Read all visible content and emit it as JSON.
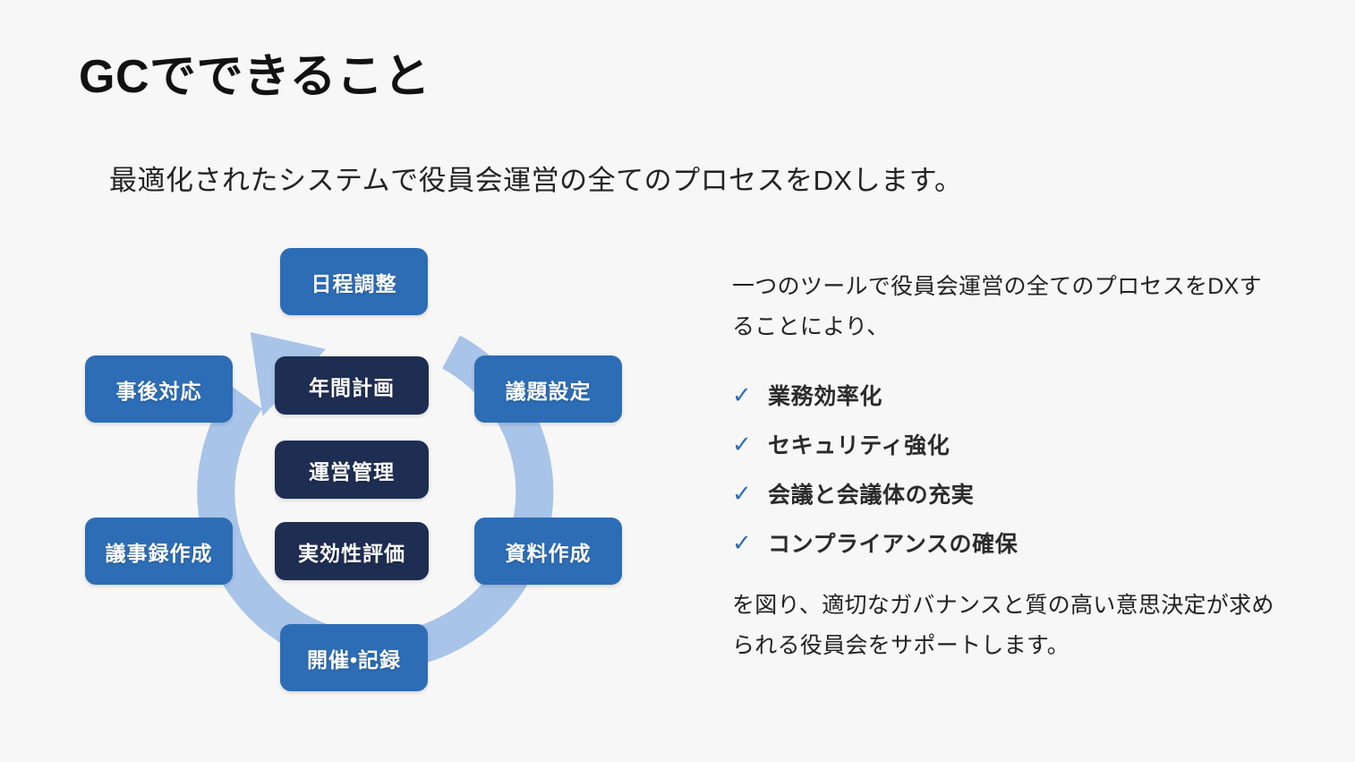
{
  "header": {
    "title": "GCでできること",
    "subtitle": "最適化されたシステムで役員会運営の全てのプロセスをDXします。"
  },
  "colors": {
    "background": "#f7f7f7",
    "outer_box": "#2d6db5",
    "inner_box": "#1e2d52",
    "ring_arrow": "#a8c4e8",
    "check_mark": "#2d6db5",
    "title_text": "#111111",
    "body_text": "#222222"
  },
  "diagram": {
    "type": "cycle",
    "direction": "clockwise",
    "outer_steps": [
      {
        "id": "schedule",
        "label": "日程調整",
        "position": "top"
      },
      {
        "id": "agenda",
        "label": "議題設定",
        "position": "top-right"
      },
      {
        "id": "materials",
        "label": "資料作成",
        "position": "bottom-right"
      },
      {
        "id": "hold",
        "label": "開催•記録",
        "position": "bottom"
      },
      {
        "id": "minutes",
        "label": "議事録作成",
        "position": "bottom-left"
      },
      {
        "id": "followup",
        "label": "事後対応",
        "position": "top-left"
      }
    ],
    "inner_items": [
      {
        "id": "annualplan",
        "label": "年間計画"
      },
      {
        "id": "operation",
        "label": "運営管理"
      },
      {
        "id": "evaluation",
        "label": "実効性評価"
      }
    ]
  },
  "right_panel": {
    "intro": "一つのツールで役員会運営の全てのプロセスをDXすることにより、",
    "checklist": [
      {
        "mark": "✓",
        "label": "業務効率化"
      },
      {
        "mark": "✓",
        "label": "セキュリティ強化"
      },
      {
        "mark": "✓",
        "label": "会議と会議体の充実"
      },
      {
        "mark": "✓",
        "label": "コンプライアンスの確保"
      }
    ],
    "closing": "を図り、適切なガバナンスと質の高い意思決定が求められる役員会をサポートします。"
  }
}
